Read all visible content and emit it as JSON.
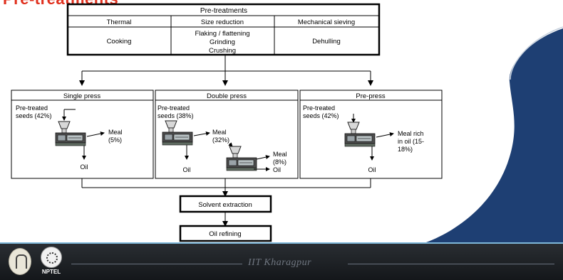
{
  "title_fragment": "Pre-treatments",
  "pretreatments": {
    "heading": "Pre-treatments",
    "columns": [
      {
        "header": "Thermal",
        "items": [
          "Cooking"
        ]
      },
      {
        "header": "Size reduction",
        "items": [
          "Flaking / flattening",
          "Grinding",
          "Crushing"
        ]
      },
      {
        "header": "Mechanical sieving",
        "items": [
          "Dehulling"
        ]
      }
    ]
  },
  "presses": [
    {
      "title": "Single press",
      "input": [
        "Pre-treated",
        "seeds (42%)"
      ],
      "meal": [
        "Meal",
        "(5%)"
      ],
      "oil": "Oil"
    },
    {
      "title": "Double press",
      "input": [
        "Pre-treated",
        "seeds (38%)"
      ],
      "meal": [
        "Meal",
        "(32%)"
      ],
      "meal2": [
        "Meal",
        "(8%)"
      ],
      "oil": "Oil",
      "oil2": "Oil"
    },
    {
      "title": "Pre-press",
      "input": [
        "Pre-treated",
        "seeds (42%)"
      ],
      "meal": [
        "Meal rich",
        "in oil (15-",
        "18%)"
      ],
      "oil": "Oil"
    }
  ],
  "steps": {
    "solvent": "Solvent extraction",
    "refining": "Oil refining"
  },
  "footer": {
    "institution": "IIT Kharagpur",
    "logo_label": "NPTEL"
  },
  "colors": {
    "accent_red": "#e0301e",
    "slide_blue": "#1e3f73",
    "footer_dark": "#1b1e22"
  }
}
